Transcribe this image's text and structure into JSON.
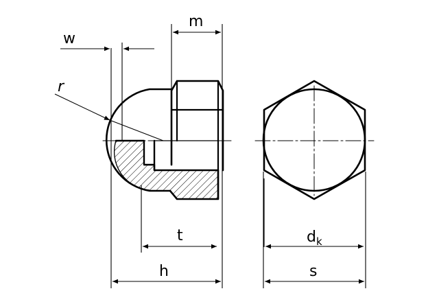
{
  "labels": {
    "w": "w",
    "m": "m",
    "r": "r",
    "t": "t",
    "h": "h",
    "dk_main": "d",
    "dk_sub": "k",
    "s": "s"
  },
  "colors": {
    "line": "#000000",
    "hatch": "#000000",
    "background": "#ffffff"
  }
}
